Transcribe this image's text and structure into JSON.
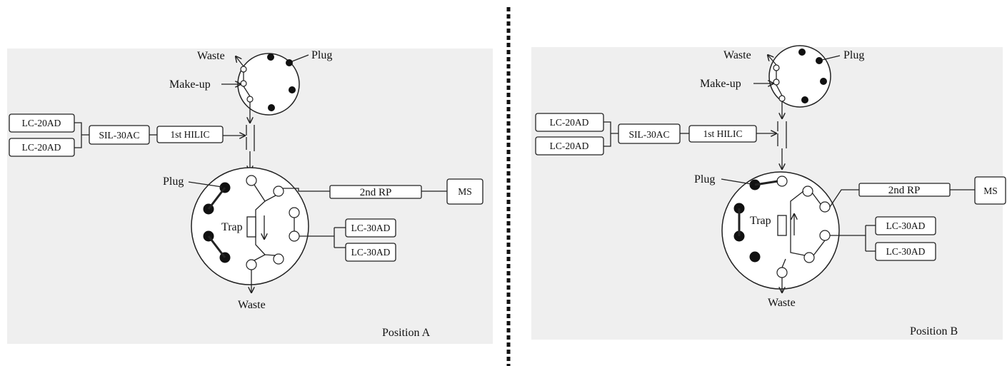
{
  "panels": [
    {
      "position_label": "Position A",
      "waste_top": "Waste",
      "plug_top": "Plug",
      "makeup": "Make-up",
      "pump1": "LC-20AD",
      "pump2": "LC-20AD",
      "autosampler": "SIL-30AC",
      "column1": "1st HILIC",
      "plug_left": "Plug",
      "trap": "Trap",
      "trap_flow": "down",
      "column2": "2nd RP",
      "detector": "MS",
      "pump3": "LC-30AD",
      "pump4": "LC-30AD",
      "waste_bottom": "Waste"
    },
    {
      "position_label": "Position B",
      "waste_top": "Waste",
      "plug_top": "Plug",
      "makeup": "Make-up",
      "pump1": "LC-20AD",
      "pump2": "LC-20AD",
      "autosampler": "SIL-30AC",
      "column1": "1st HILIC",
      "plug_left": "Plug",
      "trap": "Trap",
      "trap_flow": "up",
      "column2": "2nd RP",
      "detector": "MS",
      "pump3": "LC-30AD",
      "pump4": "LC-30AD",
      "waste_bottom": "Waste"
    }
  ]
}
